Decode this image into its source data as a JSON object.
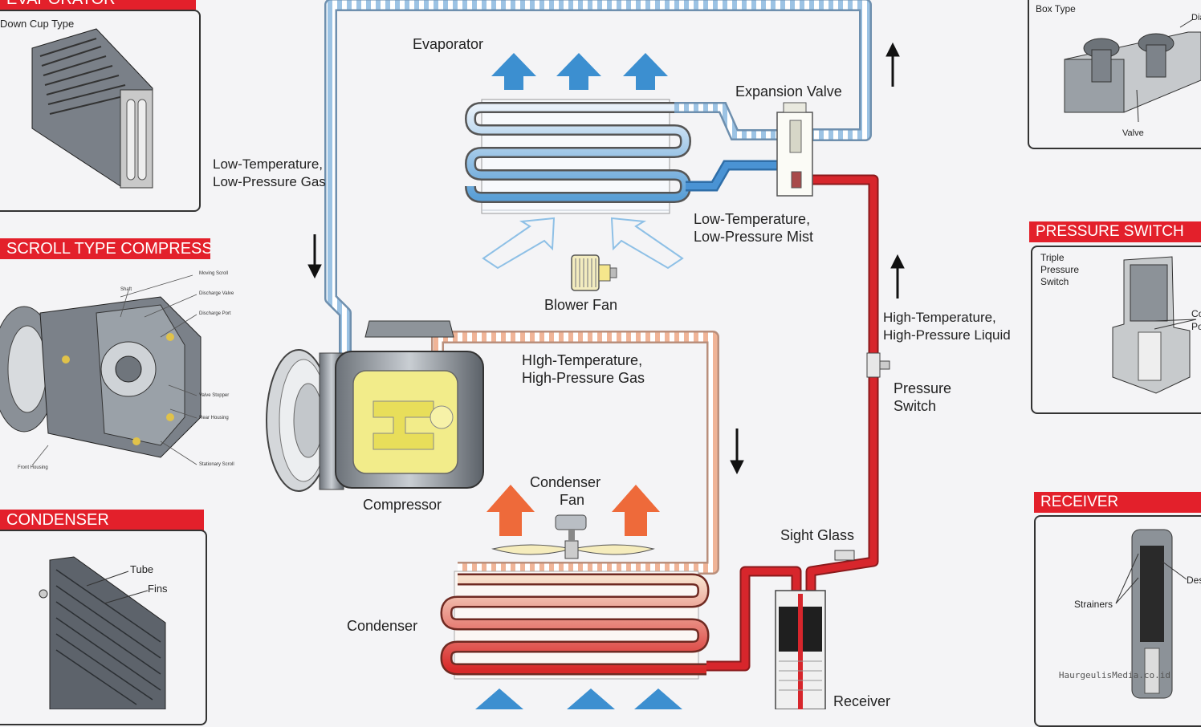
{
  "panels": {
    "evaporator": {
      "banner": "EVAPORATOR",
      "subtitle": "Down Cup Type"
    },
    "compressor": {
      "banner": "SCROLL TYPE COMPRESSOR",
      "parts": [
        "Moving Scroll",
        "Shaft",
        "Discharge Valve",
        "Discharge Port",
        "Valve Stopper",
        "Rear Housing",
        "Stationary Scroll",
        "Front Housing"
      ]
    },
    "condenser": {
      "banner": "CONDENSER",
      "parts": [
        "Tube",
        "Fins"
      ]
    },
    "expansion_valve": {
      "subtitle": "Box Type",
      "parts": [
        "Diaphragm",
        "Valve"
      ]
    },
    "pressure_switch": {
      "banner": "PRESSURE SWITCH",
      "parts": [
        "Triple",
        "Pressure",
        "Switch",
        "Contact",
        "Point"
      ]
    },
    "receiver": {
      "banner": "RECEIVER",
      "parts": [
        "Strainers",
        "Desiccant"
      ]
    }
  },
  "diagram": {
    "evaporator": "Evaporator",
    "expansion_valve": "Expansion Valve",
    "low_temp_gas": [
      "Low-Temperature,",
      "Low-Pressure Gas"
    ],
    "low_temp_mist": [
      "Low-Temperature,",
      "Low-Pressure Mist"
    ],
    "blower_fan": "Blower Fan",
    "high_temp_gas": [
      "HIgh-Temperature,",
      "High-Pressure Gas"
    ],
    "high_temp_liquid": [
      "High-Temperature,",
      "High-Pressure Liquid"
    ],
    "pressure_switch": [
      "Pressure",
      "Switch"
    ],
    "compressor": "Compressor",
    "condenser_fan": [
      "Condenser",
      "Fan"
    ],
    "sight_glass": "Sight Glass",
    "condenser": "Condenser",
    "receiver": "Receiver"
  },
  "watermark": "HaurgeulisMedia.co.id",
  "colors": {
    "banner_red": "#e3202b",
    "high_pressure_line": "#d7262c",
    "low_pressure_line": "#7fb0d8",
    "cold_arrow": "#3c8fd0",
    "hot_arrow": "#ee6a3a",
    "valve_yellow": "#f2ec8a"
  }
}
